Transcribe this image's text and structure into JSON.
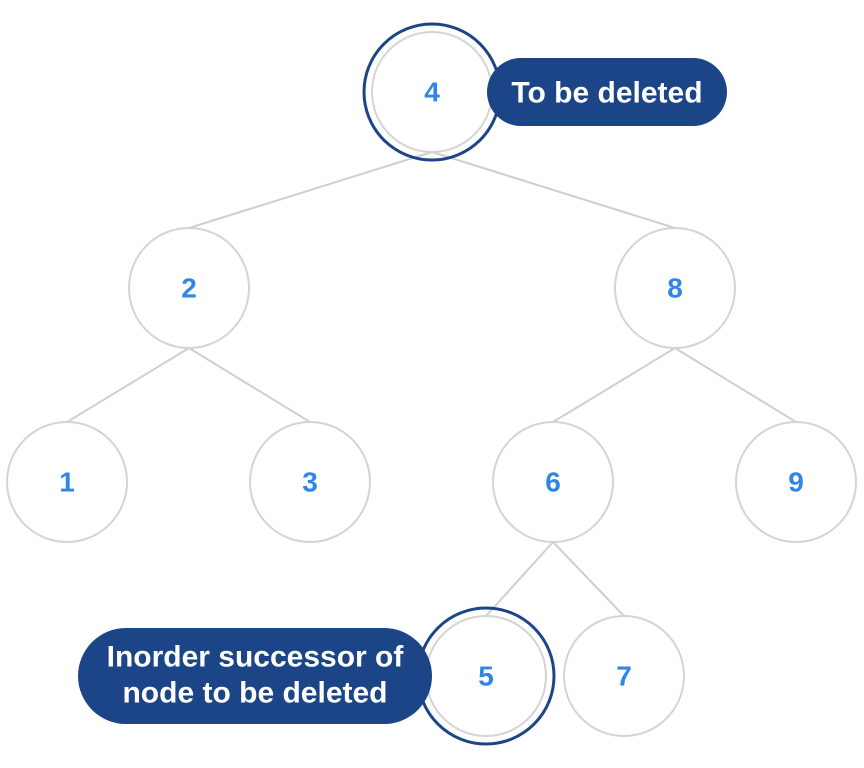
{
  "tree": {
    "nodes": [
      {
        "id": "n4",
        "label": "4",
        "highlight": true
      },
      {
        "id": "n2",
        "label": "2",
        "highlight": false
      },
      {
        "id": "n8",
        "label": "8",
        "highlight": false
      },
      {
        "id": "n1",
        "label": "1",
        "highlight": false
      },
      {
        "id": "n3",
        "label": "3",
        "highlight": false
      },
      {
        "id": "n6",
        "label": "6",
        "highlight": false
      },
      {
        "id": "n9",
        "label": "9",
        "highlight": false
      },
      {
        "id": "n5",
        "label": "5",
        "highlight": true
      },
      {
        "id": "n7",
        "label": "7",
        "highlight": false
      }
    ],
    "edges": [
      {
        "from": "n4",
        "to": "n2"
      },
      {
        "from": "n4",
        "to": "n8"
      },
      {
        "from": "n2",
        "to": "n1"
      },
      {
        "from": "n2",
        "to": "n3"
      },
      {
        "from": "n8",
        "to": "n6"
      },
      {
        "from": "n8",
        "to": "n9"
      },
      {
        "from": "n6",
        "to": "n5"
      },
      {
        "from": "n6",
        "to": "n7"
      }
    ]
  },
  "callouts": {
    "to_be_deleted": {
      "lines": [
        "To be deleted"
      ],
      "target": "n4"
    },
    "inorder_successor": {
      "lines": [
        "Inorder successor of",
        "node to be deleted"
      ],
      "target": "n5"
    }
  },
  "colors": {
    "node_text": "#2f86e6",
    "highlight_ring": "#1b4586",
    "callout_bg": "#1b4586",
    "edge": "#cfcfcf",
    "node_border": "#d4d4d4"
  }
}
